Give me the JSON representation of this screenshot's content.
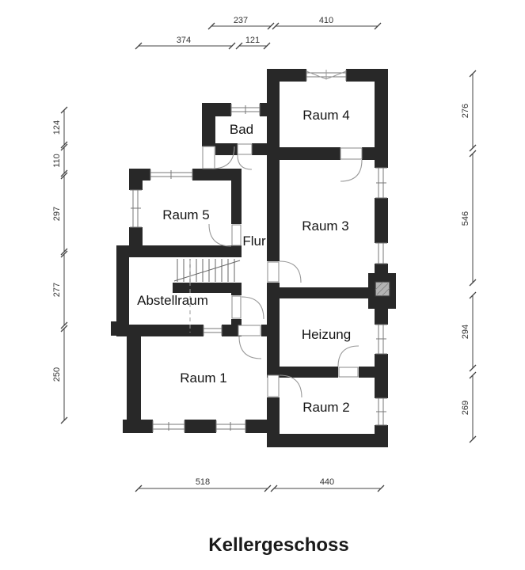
{
  "title": "Kellergeschoss",
  "rooms": {
    "raum1": "Raum 1",
    "raum2": "Raum 2",
    "raum3": "Raum 3",
    "raum4": "Raum 4",
    "raum5": "Raum 5",
    "bad": "Bad",
    "flur": "Flur",
    "abstellraum": "Abstellraum",
    "heizung": "Heizung"
  },
  "dimensions": {
    "top_row1": [
      "237",
      "410"
    ],
    "top_row2": [
      "374",
      "121"
    ],
    "bottom": [
      "518",
      "440"
    ],
    "left": [
      "124",
      "110",
      "297",
      "277",
      "250"
    ],
    "right": [
      "276",
      "546",
      "294",
      "269"
    ]
  },
  "colors": {
    "wall": "#282828",
    "dimension_line": "#444444",
    "chimney_fill": "#b3b3b3",
    "background": "#ffffff"
  }
}
